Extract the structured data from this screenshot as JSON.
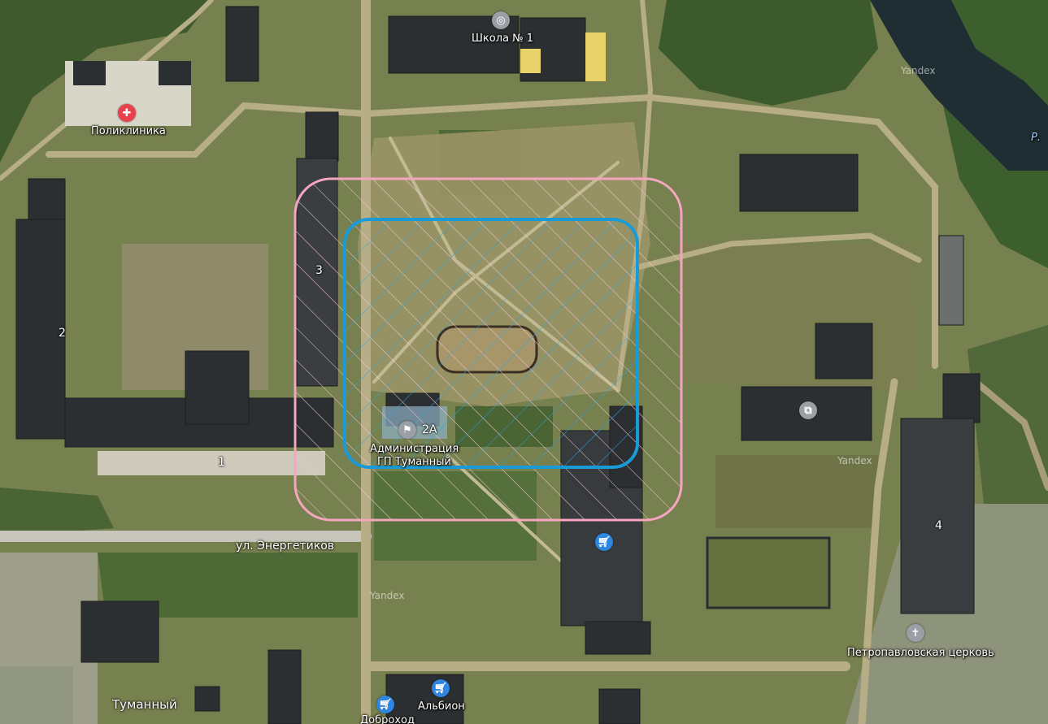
{
  "map": {
    "pois": {
      "school": {
        "label": "Школа № 1",
        "icon": "school-icon"
      },
      "clinic": {
        "label": "Поликлиника",
        "icon": "medical-cross-icon"
      },
      "admin": {
        "label_line1": "Администрация",
        "label_line2": "ГП Туманный",
        "icon": "flag-icon"
      },
      "shop1": {
        "icon": "shopping-cart-icon"
      },
      "albion": {
        "label": "Альбион",
        "icon": "shopping-cart-icon"
      },
      "dobrokhod": {
        "label": "Доброход",
        "icon": "shopping-cart-icon"
      },
      "church": {
        "label": "Петропавловская церковь",
        "icon": "orthodox-cross-icon"
      },
      "post": {
        "icon": "post-office-icon"
      }
    },
    "house_numbers": {
      "h1": "1",
      "h2": "2",
      "h3": "3",
      "h4": "4",
      "h2a": "2А"
    },
    "street": "ул. Энергетиков",
    "settlement": "Туманный",
    "watermark": "Yandex",
    "river_label": "Р.",
    "colors": {
      "zone_outer": "#f4a6bf",
      "zone_inner": "#1a9ad6",
      "poi_red": "#e8414b",
      "poi_blue": "#2f86e0",
      "poi_gray": "#9aa0a6"
    }
  }
}
